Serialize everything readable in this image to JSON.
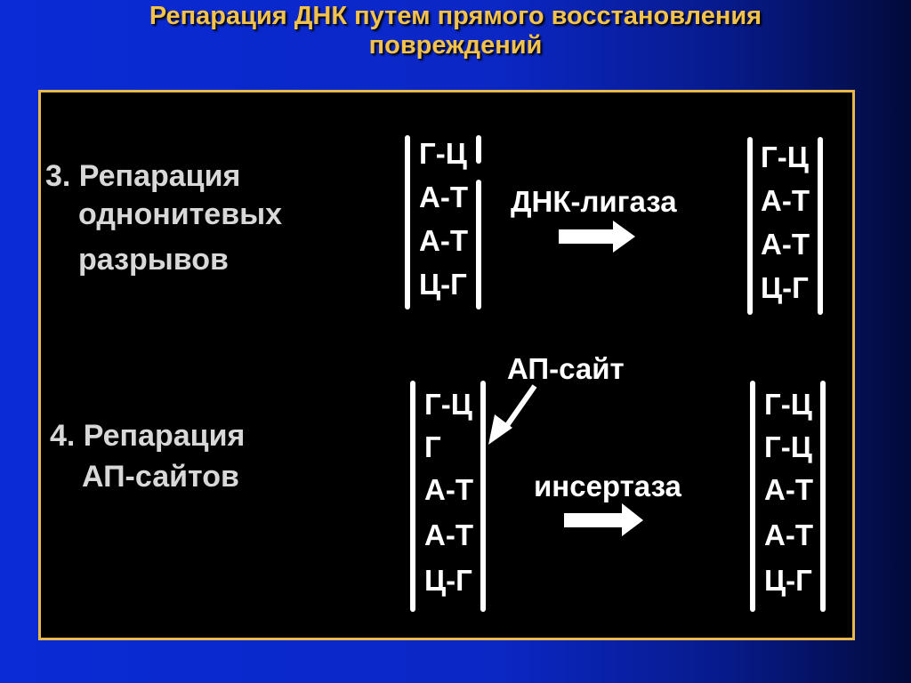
{
  "slide": {
    "title_line1": "Репарация ДНК путем прямого восстановления",
    "title_line2": "повреждений"
  },
  "section3": {
    "label_line1": "3. Репарация",
    "label_line2": "однонитевых",
    "label_line3": "разрывов",
    "enzyme": "ДНК-лигаза",
    "before_pairs": [
      "Г-Ц",
      "А-Т",
      "А-Т",
      "Ц-Г"
    ],
    "after_pairs": [
      "Г-Ц",
      "А-Т",
      "А-Т",
      "Ц-Г"
    ]
  },
  "section4": {
    "label_line1": "4. Репарация",
    "label_line2": "АП-сайтов",
    "ap_site_label": "АП-сайт",
    "enzyme": "инсертаза",
    "before_pairs": [
      "Г-Ц",
      "Г",
      "А-Т",
      "А-Т",
      "Ц-Г"
    ],
    "after_pairs": [
      "Г-Ц",
      "Г-Ц",
      "А-Т",
      "А-Т",
      "Ц-Г"
    ]
  },
  "colors": {
    "title": "#f3c24d",
    "panel_border": "#e8b84a",
    "label_text": "#d8d8d8",
    "strand": "#ffffff"
  }
}
